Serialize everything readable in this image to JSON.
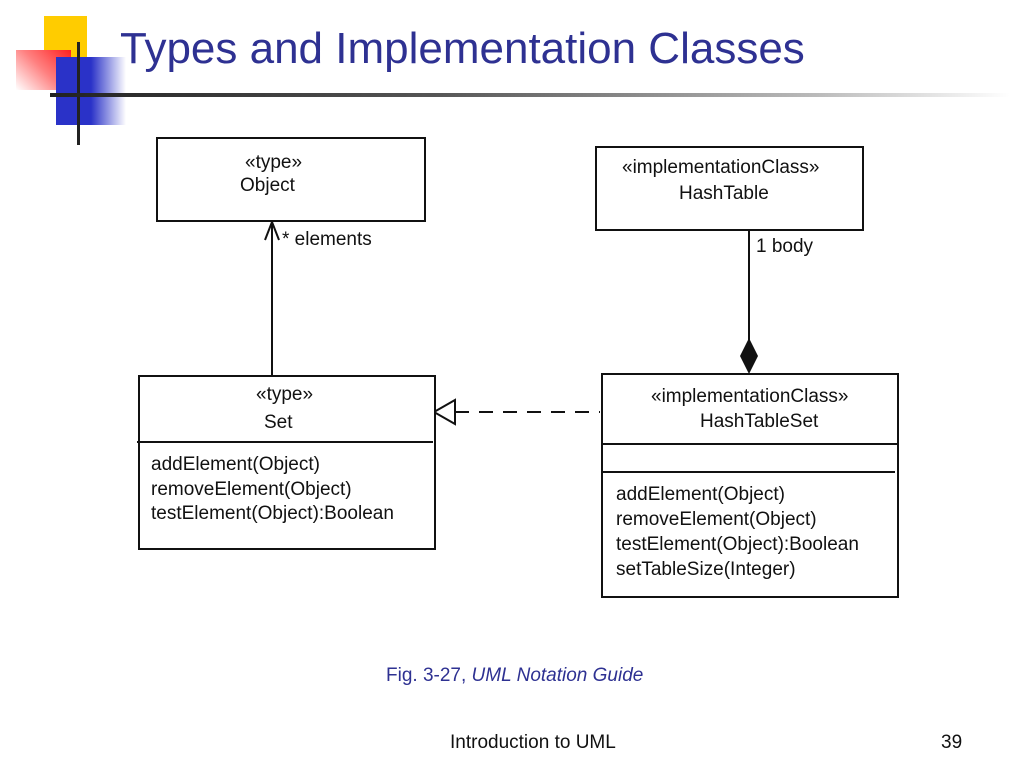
{
  "slide": {
    "title": "Types and Implementation Classes",
    "footer": "Introduction to UML",
    "page_number": "39"
  },
  "caption": {
    "prefix": "Fig. 3-27, ",
    "source": "UML Notation Guide"
  },
  "diagram": {
    "object_class": {
      "stereotype": "«type»",
      "name": "Object"
    },
    "hashtable_class": {
      "stereotype": "«implementationClass»",
      "name": "HashTable"
    },
    "set_class": {
      "stereotype": "«type»",
      "name": "Set",
      "operations": [
        "addElement(Object)",
        "removeElement(Object)",
        "testElement(Object):Boolean"
      ]
    },
    "hashtableset_class": {
      "stereotype": "«implementationClass»",
      "name": "HashTableSet",
      "operations": [
        "addElement(Object)",
        "removeElement(Object)",
        "testElement(Object):Boolean",
        "setTableSize(Integer)"
      ]
    },
    "association_label": "* elements",
    "composition_label": "1 body"
  }
}
